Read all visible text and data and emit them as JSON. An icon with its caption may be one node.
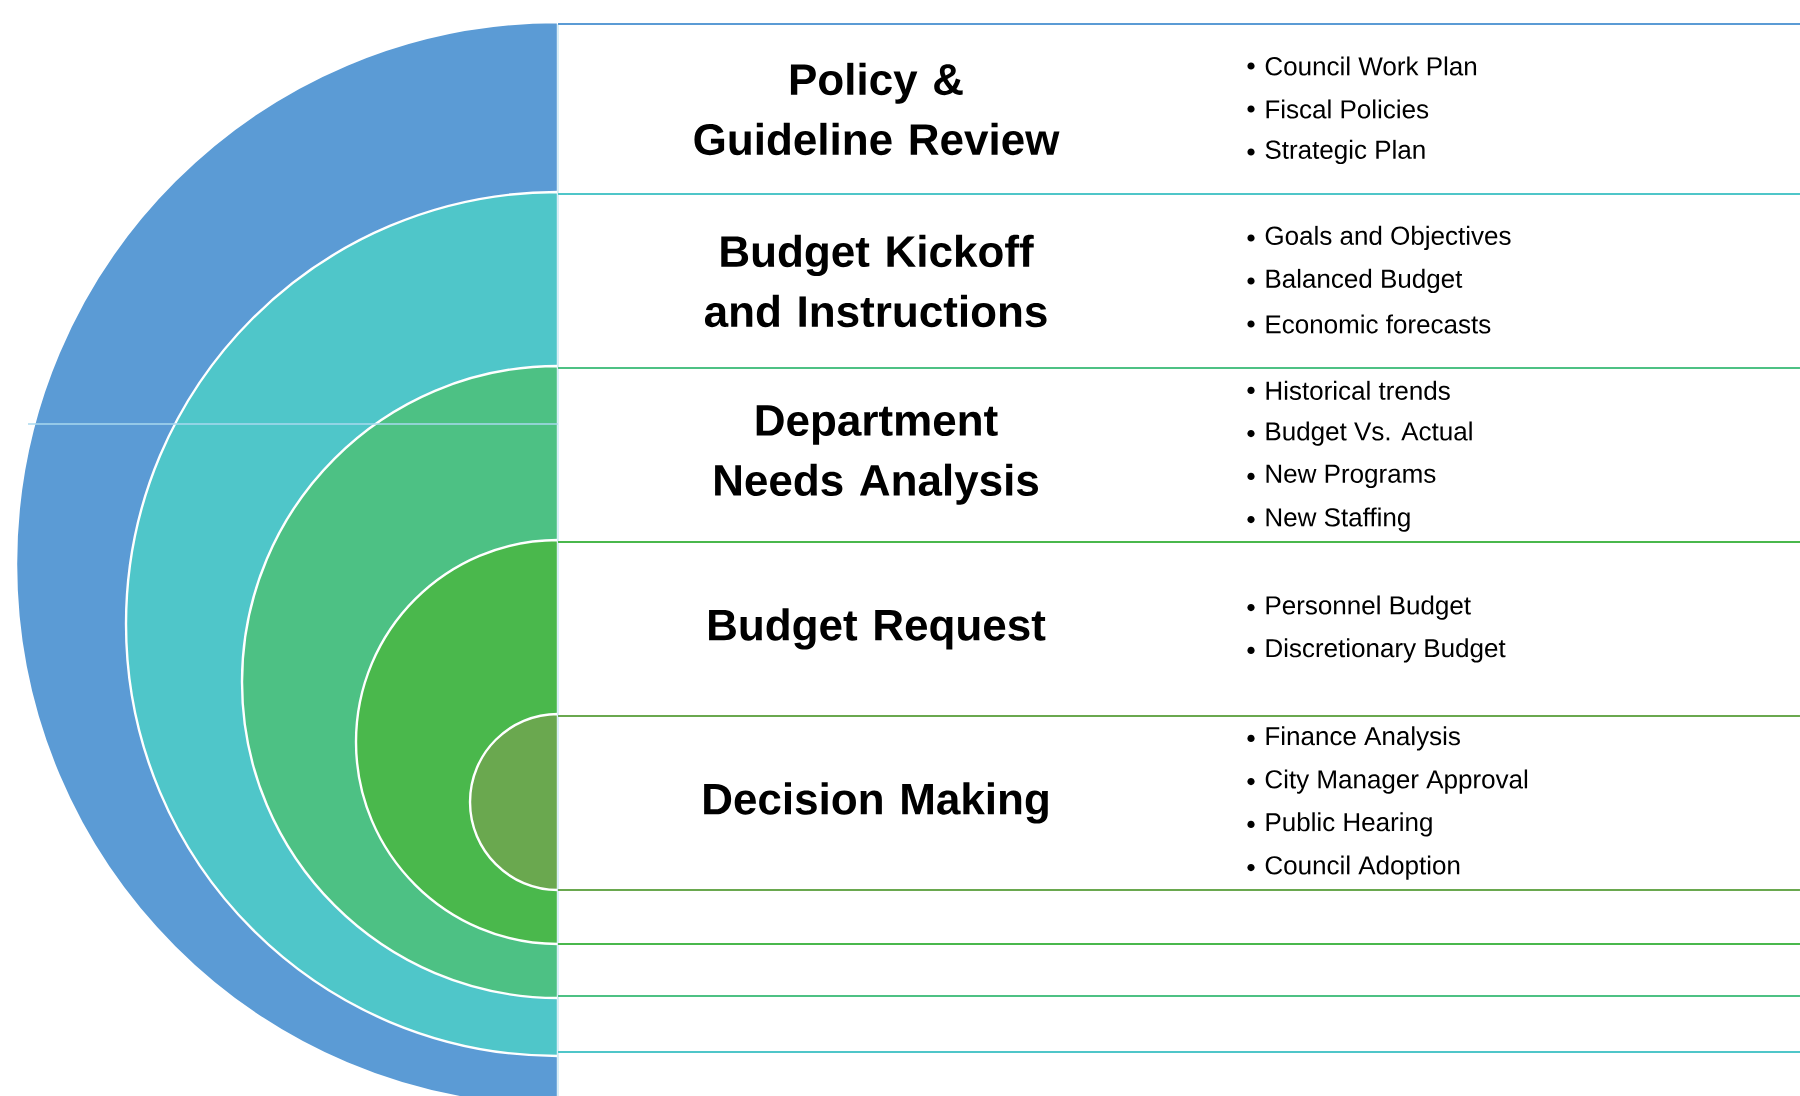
{
  "diagram": {
    "nodes": [
      {
        "text": [
          "Policy & Guideline Review",
          "Council Work Plan",
          "Fiscal Policies",
          "Strategic Plan"
        ]
      },
      {
        "text": [
          "Budget Kickoff and Instructions",
          "Goals and Objectives",
          "Balanced Budget",
          "Economic forecasts"
        ]
      },
      {
        "text": [
          "Department Needs Analysis",
          "Historical trends",
          "Budget Vs. Actual",
          "New Programs",
          "New Staffing"
        ]
      },
      {
        "text": [
          "Budget Request",
          "Personnel Budget",
          "Discretionary Budget"
        ]
      },
      {
        "text": [
          "Decision Making",
          "Finance Analysis",
          "City Manager Approval",
          "Public Hearing",
          "Council Adoption"
        ]
      }
    ]
  }
}
